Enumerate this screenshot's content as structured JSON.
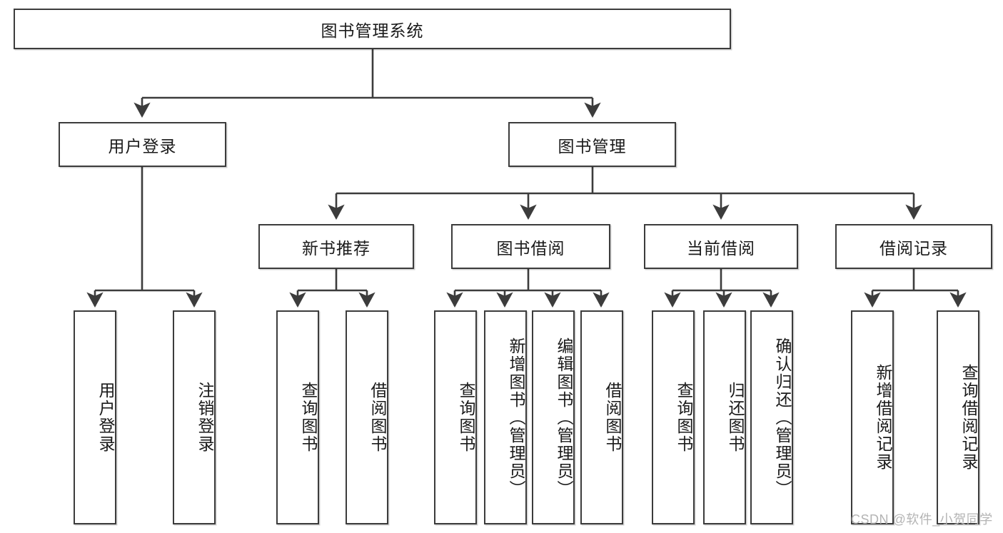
{
  "diagram": {
    "title_node": {
      "label": "图书管理系统"
    },
    "level2": [
      {
        "label": "用户登录"
      },
      {
        "label": "图书管理"
      }
    ],
    "level3": [
      {
        "label": "新书推荐"
      },
      {
        "label": "图书借阅"
      },
      {
        "label": "当前借阅"
      },
      {
        "label": "借阅记录"
      }
    ],
    "leaves": {
      "user_login": [
        {
          "label": "用户登录"
        },
        {
          "label": "注销登录"
        }
      ],
      "new_book_recommend": [
        {
          "label": "查询图书"
        },
        {
          "label": "借阅图书"
        }
      ],
      "book_borrow": [
        {
          "label": "查询图书"
        },
        {
          "label": "新增图书（管理员）"
        },
        {
          "label": "编辑图书（管理员）"
        },
        {
          "label": "借阅图书"
        }
      ],
      "current_borrow": [
        {
          "label": "查询图书"
        },
        {
          "label": "归还图书"
        },
        {
          "label": "确认归还（管理员）"
        }
      ],
      "borrow_record": [
        {
          "label": "新增借阅记录"
        },
        {
          "label": "查询借阅记录"
        }
      ]
    },
    "watermark": {
      "text": "CSDN @软件_小贺同学"
    },
    "colors": {
      "stroke": "#3c3c3c",
      "background": "#ffffff",
      "text": "#1a1a1a",
      "watermark": "#b4b4b4"
    }
  }
}
